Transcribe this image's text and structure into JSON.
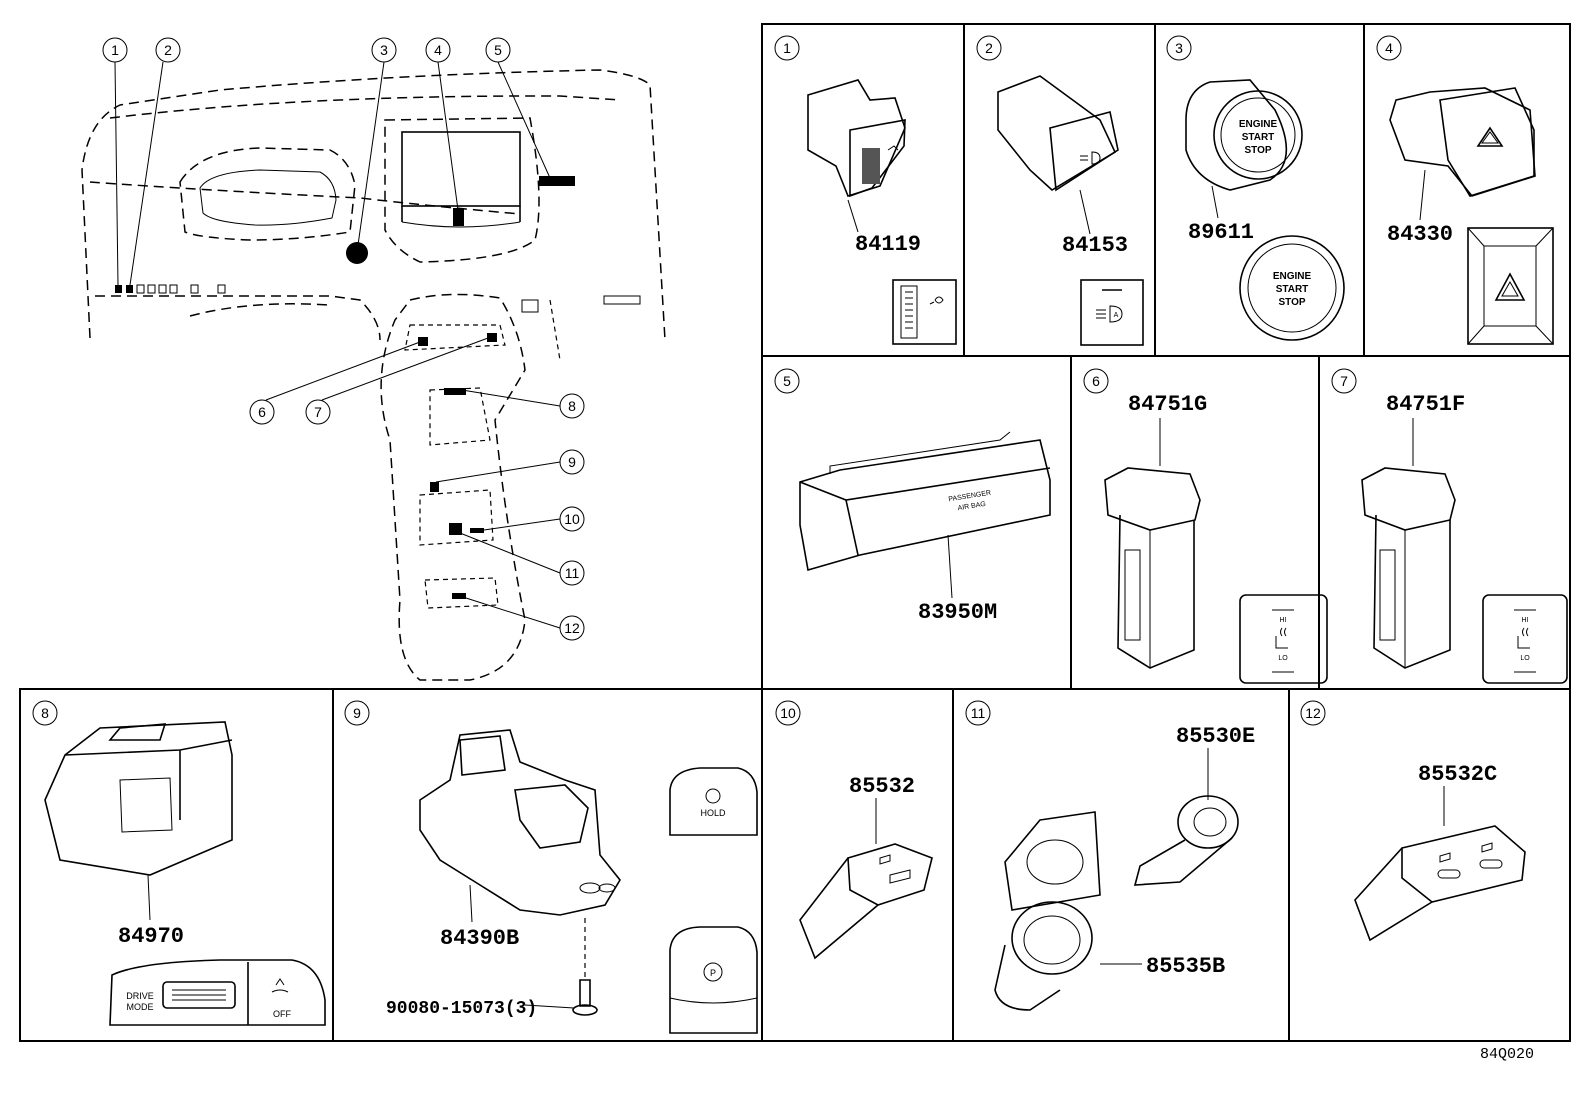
{
  "callouts": [
    "1",
    "2",
    "3",
    "4",
    "5",
    "6",
    "7",
    "8",
    "9",
    "10",
    "11",
    "12"
  ],
  "parts": {
    "p1": "84119",
    "p2": "84153",
    "p3": "89611",
    "p4": "84330",
    "p5": "83950M",
    "p6": "84751G",
    "p7": "84751F",
    "p8": "84970",
    "p9a": "84390B",
    "p9b": "90080-15073(3)",
    "p10": "85532",
    "p11a": "85530E",
    "p11b": "85535B",
    "p12": "85532C"
  },
  "switch_text": {
    "engine_start_stop": [
      "ENGINE",
      "START",
      "STOP"
    ],
    "passenger_airbag": [
      "PASSENGER",
      "AIR BAG"
    ],
    "heater_hi": "HI",
    "heater_lo": "LO",
    "hold": "HOLD",
    "park": "P",
    "drive_mode": [
      "DRIVE",
      "MODE"
    ],
    "off": "OFF"
  },
  "diagram_code": "84Q020"
}
